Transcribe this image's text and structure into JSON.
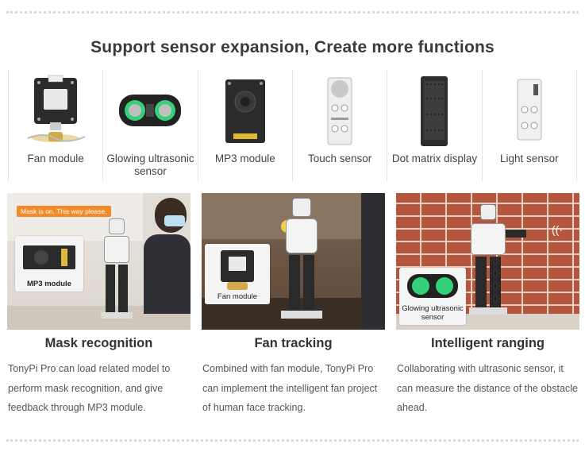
{
  "title": "Support sensor expansion, Create more functions",
  "sensors": [
    {
      "label": "Fan module",
      "icon": "fan-module-icon"
    },
    {
      "label": "Glowing ultrasonic sensor",
      "icon": "ultrasonic-sensor-icon"
    },
    {
      "label": "MP3 module",
      "icon": "mp3-module-icon"
    },
    {
      "label": "Touch sensor",
      "icon": "touch-sensor-icon"
    },
    {
      "label": "Dot matrix display",
      "icon": "dot-matrix-icon"
    },
    {
      "label": "Light sensor",
      "icon": "light-sensor-icon"
    }
  ],
  "cards": [
    {
      "heading": "Mask recognition",
      "description": "TonyPi Pro can load related model to perform mask recognition, and give feedback through MP3 module.",
      "photo_bubble": "Mask is on. This way please.",
      "inset_caption": "MP3 module"
    },
    {
      "heading": "Fan tracking",
      "description": "Combined with fan module, TonyPi Pro can implement the intelligent fan project of human face tracking.",
      "inset_caption": "Fan module"
    },
    {
      "heading": "Intelligent ranging",
      "description": "Collaborating with ultrasonic sensor, it can measure the distance of the obstacle ahead.",
      "inset_caption": "Glowing ultrasonic sensor"
    }
  ],
  "colors": {
    "accent": "#f08a2a",
    "board": "#2b2b2b",
    "sensor_green": "#35d07a"
  }
}
